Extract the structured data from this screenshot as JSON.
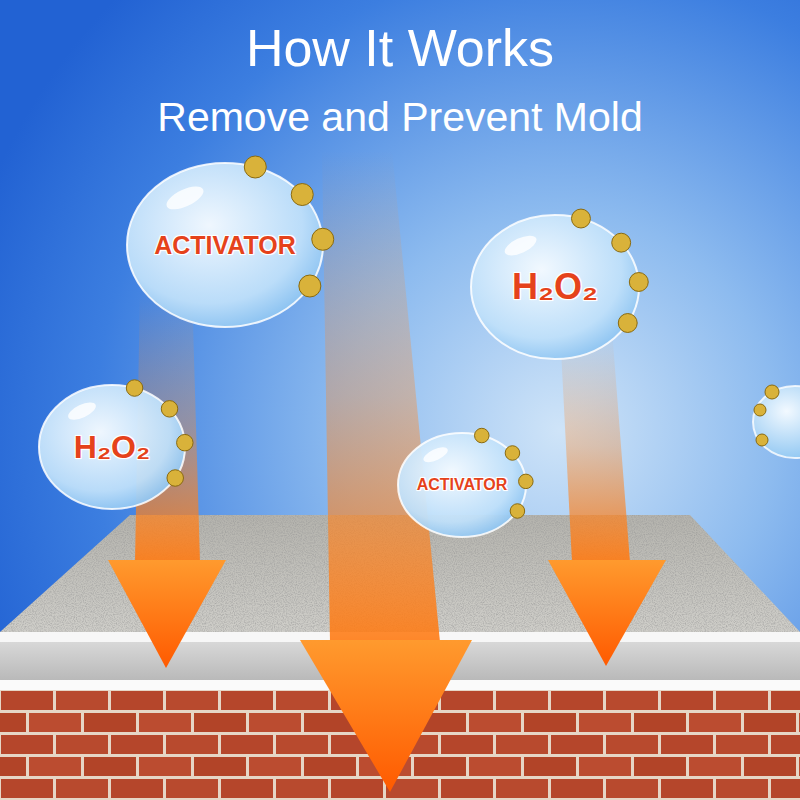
{
  "diagram": {
    "title": "How It Works",
    "nodes": [
      {
        "text": [
          "ACTIVATOR"
        ]
      },
      {
        "text": [
          "H₂O₂"
        ]
      },
      {
        "text": [
          "H₂O₂"
        ]
      },
      {
        "text": [
          "ACTIVATOR"
        ]
      }
    ],
    "labels": [
      "Remove and Prevent Mold"
    ]
  }
}
